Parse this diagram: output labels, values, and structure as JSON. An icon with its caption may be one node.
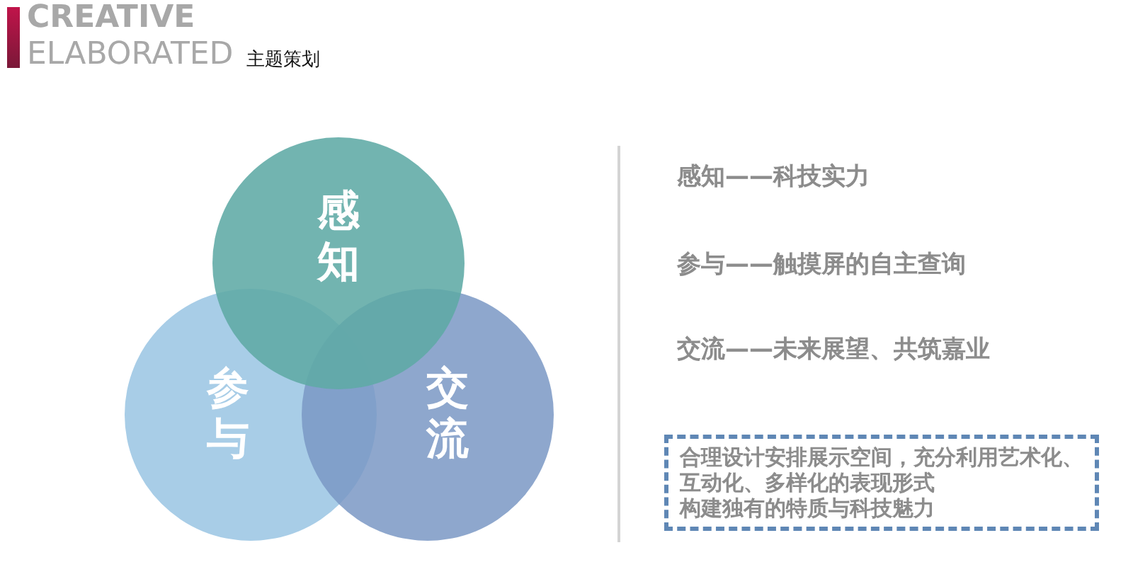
{
  "diagram": {
    "title": "主题策划",
    "nodes": [
      {
        "text": [
          "感知"
        ]
      },
      {
        "text": [
          "参与"
        ]
      },
      {
        "text": [
          "交流"
        ]
      },
      {
        "text": [
          "合理设计安排展示空间，充分利用艺术化、互动化、多样化的表现形式",
          "构建独有的特质与科技魅力"
        ]
      }
    ],
    "edges": [],
    "labels": [
      "CREATIVE",
      "ELABORATED",
      "感知——科技实力",
      "参与——触摸屏的自主查询",
      "交流——未来展望、共筑嘉业"
    ]
  }
}
